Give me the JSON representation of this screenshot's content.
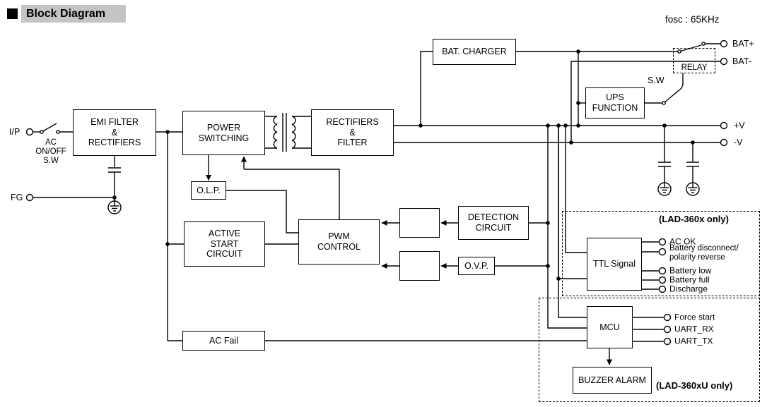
{
  "title": "Block Diagram",
  "fosc": "fosc : 65KHz",
  "blocks": {
    "emi_filter": "EMI FILTER\n&\nRECTIFIERS",
    "power_switching": "POWER\nSWITCHING",
    "rectifiers_filter": "RECTIFIERS\n&\nFILTER",
    "bat_charger": "BAT. CHARGER",
    "relay": "RELAY",
    "ups_function": "UPS\nFUNCTION",
    "olp": "O.L.P.",
    "active_start": "ACTIVE\nSTART\nCIRCUIT",
    "pwm_control": "PWM\nCONTROL",
    "detection_circuit": "DETECTION\nCIRCUIT",
    "ovp": "O.V.P.",
    "ttl_signal": "TTL Signal",
    "mcu": "MCU",
    "ac_fail": "AC Fail",
    "buzzer_alarm": "BUZZER ALARM"
  },
  "terminals": {
    "ip": "I/P",
    "fg": "FG",
    "ac_switch": "AC\nON/OFF\nS.W",
    "sw": "S.W",
    "bat_plus": "BAT+",
    "bat_minus": "BAT-",
    "v_plus": "+V",
    "v_minus": "-V"
  },
  "ttl_outputs": [
    "AC OK",
    "Battery disconnect/\npolarity reverse",
    "Battery low",
    "Battery full",
    "Discharge"
  ],
  "mcu_outputs": [
    "Force start",
    "UART_RX",
    "UART_TX"
  ],
  "groups": {
    "lad360x": "(LAD-360x only)",
    "lad360xu": "(LAD-360xU only)"
  },
  "colors": {
    "line": "#000000",
    "title_bg": "#c4c4c4",
    "background": "#ffffff"
  }
}
